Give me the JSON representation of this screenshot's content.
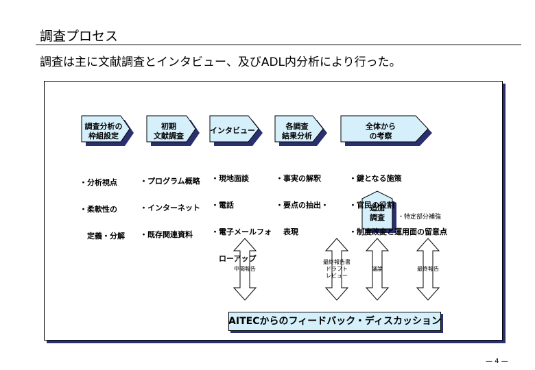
{
  "page": {
    "title": "調査プロセス",
    "subtitle": "調査は主に文献調査とインタビュー、及びADL内分析により行った。",
    "page_number": "— 4 —"
  },
  "colors": {
    "box_fill": "#d6f0fb",
    "box_border": "#000000",
    "shadow": "#2a2f6e"
  },
  "steps": [
    {
      "label": [
        "調査分析の",
        "枠組設定"
      ],
      "bullets": [
        "・分析視点",
        "・柔軟性の",
        "　定義・分解"
      ]
    },
    {
      "label": [
        "初期",
        "文献調査"
      ],
      "bullets": [
        "・プログラム概略",
        "・インターネット",
        "・既存関連資料"
      ]
    },
    {
      "label": [
        "インタビュー"
      ],
      "bullets": [
        "・現地面談",
        "・電話",
        "・電子メールフォ",
        "　ローアップ"
      ]
    },
    {
      "label": [
        "各調査",
        "結果分析"
      ],
      "bullets": [
        "・事実の解釈",
        "・要点の抽出・",
        "　表現"
      ]
    },
    {
      "label": [
        "全体から",
        "の考察"
      ],
      "bullets": [
        "・鍵となる施策",
        "・官民の役割",
        "・制度改変と運用面の留意点"
      ]
    }
  ],
  "addition": {
    "label": [
      "追加",
      "調査"
    ],
    "note": "・特定部分補強"
  },
  "arrows": [
    {
      "label": "中間報告"
    },
    {
      "label": "最終報告書\nドラフト\nレビュー"
    },
    {
      "label": "議論"
    },
    {
      "label": "最終報告"
    }
  ],
  "feedback": "AITECからのフィードバック・ディスカッション"
}
